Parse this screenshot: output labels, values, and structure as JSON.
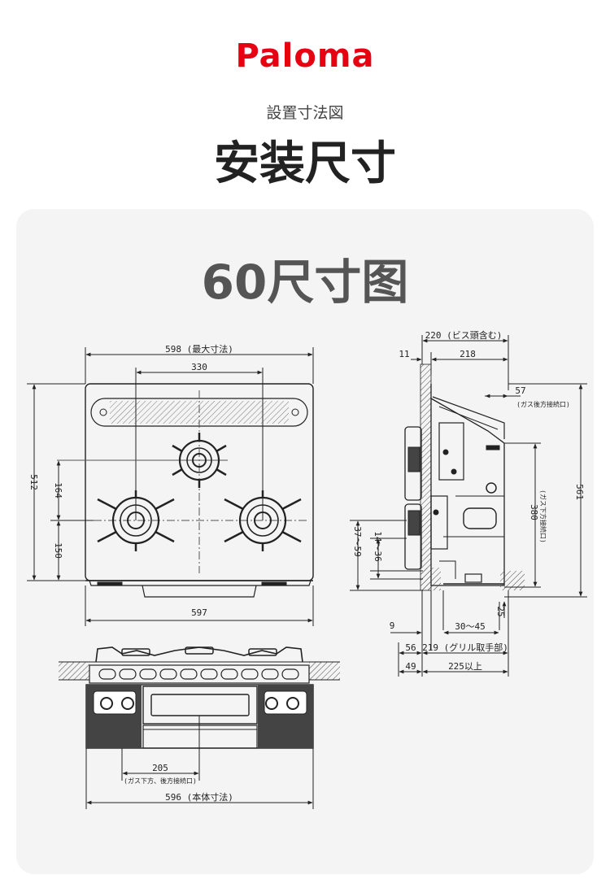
{
  "brand": {
    "logo_text": "Paloma",
    "color": "#e60012"
  },
  "header": {
    "subtitle": "設置寸法図",
    "title": "安装尺寸"
  },
  "card": {
    "title": "60尺寸图"
  },
  "dimensions": {
    "top_view": {
      "width_max": "598 (最大寸法)",
      "burner_spacing": "330",
      "depth": "512",
      "rear_burner": "164",
      "front_burner": "150",
      "bottom_width": "597"
    },
    "side_view": {
      "depth_screw": "220 (ビス頭含む)",
      "top_offset": "11",
      "depth": "218",
      "gas_rear": "57",
      "gas_rear_label": "(ガス後方接続口)",
      "gas_bottom": "380",
      "gas_bottom_label": "(ガス下方接続口)",
      "height": "561",
      "range_a": "37～59",
      "range_b": "14～36",
      "gap_9": "9",
      "range_c": "30～45",
      "d25": "25",
      "d56": "56",
      "grill_handle": "219 (グリル取手部)",
      "d49": "49",
      "d225": "225以上"
    },
    "front_view": {
      "gas_offset": "205",
      "gas_label": "(ガス下方、後方接続口)",
      "body_width": "596 (本体寸法)"
    }
  }
}
